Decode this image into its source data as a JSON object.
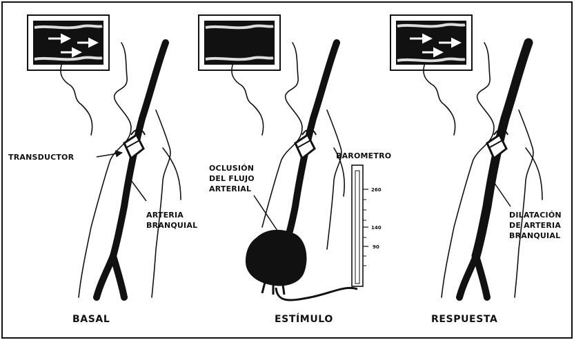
{
  "panels": {
    "basal": {
      "caption": "BASAL",
      "label_transductor": "TRANSDUCTOR",
      "label_artery": [
        "ARTERIA",
        "BRANQUIAL"
      ]
    },
    "estimulo": {
      "caption": "ESTÍMULO",
      "label_occlusion": [
        "OCLUSIÓN",
        "DEL FLUJO",
        "ARTERIAL"
      ],
      "label_barometro": "BAROMETRO",
      "scale_ticks": [
        "260",
        "140",
        "90"
      ]
    },
    "respuesta": {
      "caption": "RESPUESTA",
      "label_dilation": [
        "DILATACIÓN",
        "DE ARTERIA",
        "BRANQUIAL"
      ]
    }
  }
}
